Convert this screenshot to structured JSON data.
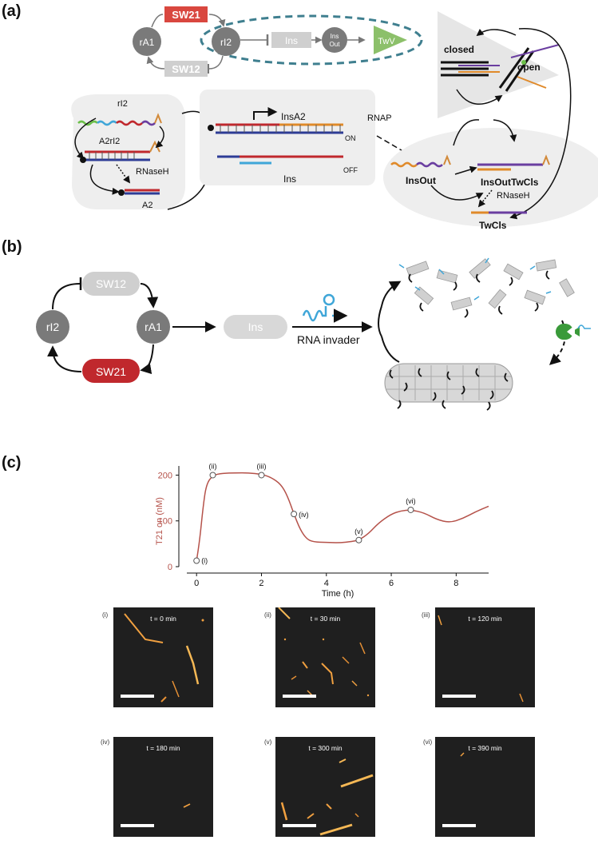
{
  "panels": {
    "a": {
      "label": "(a)",
      "network": {
        "SW21": "SW21",
        "SW12": "SW12",
        "rA1": "rA1",
        "rI2": "rI2",
        "Ins": "Ins",
        "InsOut_top": "Ins",
        "InsOut_bottom": "Out",
        "TwV": "TwV"
      },
      "left": {
        "rI2": "rI2",
        "A2rI2": "A2rI2",
        "RNaseH": "RNaseH",
        "A2": "A2"
      },
      "center": {
        "InsA2": "InsA2",
        "ON": "ON",
        "Ins": "Ins",
        "OFF": "OFF",
        "RNAP": "RNAP"
      },
      "right": {
        "closed": "closed",
        "open": "open",
        "InsOut": "InsOut",
        "InsOutTwCls": "InsOutTwCls",
        "RNaseH": "RNaseH",
        "TwCls": "TwCls"
      }
    },
    "b": {
      "label": "(b)",
      "SW12": "SW12",
      "rI2": "rI2",
      "rA1": "rA1",
      "SW21": "SW21",
      "Ins": "Ins",
      "rna_invader": "RNA invader"
    },
    "c": {
      "label": "(c)",
      "chart_data": {
        "type": "line",
        "xlabel": "Time (h)",
        "ylabel": "T21 on (nM)",
        "xlim": [
          -0.3,
          9
        ],
        "ylim": [
          0,
          220
        ],
        "xticks": [
          0,
          2,
          4,
          6,
          8
        ],
        "yticks": [
          0,
          100,
          200
        ],
        "series": [
          {
            "x": [
              0,
              0.1,
              0.2,
              0.3,
              0.5,
              0.8,
              1.2,
              1.6,
              2.0,
              2.3,
              2.6,
              2.8,
              3.0,
              3.2,
              3.4,
              3.6,
              4.0,
              4.4,
              4.8,
              5.0,
              5.3,
              5.6,
              6.0,
              6.3,
              6.6,
              7.0,
              7.4,
              7.8,
              8.2,
              8.6,
              9.0
            ],
            "y": [
              13,
              60,
              130,
              180,
              200,
              204,
              205,
              205,
              202,
              195,
              180,
              155,
              115,
              80,
              60,
              54,
              53,
              52,
              55,
              58,
              72,
              95,
              115,
              122,
              124,
              118,
              103,
              96,
              105,
              120,
              132
            ],
            "color": "#b5524a"
          }
        ],
        "annotations": [
          {
            "label": "(i)",
            "x": 0,
            "y": 13
          },
          {
            "label": "(ii)",
            "x": 0.5,
            "y": 200
          },
          {
            "label": "(iii)",
            "x": 2.0,
            "y": 200
          },
          {
            "label": "(iv)",
            "x": 3.0,
            "y": 115
          },
          {
            "label": "(v)",
            "x": 5.0,
            "y": 58
          },
          {
            "label": "(vi)",
            "x": 6.6,
            "y": 124
          }
        ]
      },
      "micrographs": [
        {
          "label": "(i)",
          "time": "t = 0 min"
        },
        {
          "label": "(ii)",
          "time": "t = 30 min"
        },
        {
          "label": "(iii)",
          "time": "t = 120 min"
        },
        {
          "label": "(iv)",
          "time": "t = 180 min"
        },
        {
          "label": "(v)",
          "time": "t = 300 min"
        },
        {
          "label": "(vi)",
          "time": "t = 390 min"
        }
      ]
    }
  },
  "colors": {
    "sw21": "#c0282d",
    "sw21_light": "#d9473f",
    "node_dark": "#7a7a7a",
    "node_light": "#cfcfcf",
    "twv": "#8cc06a",
    "curve": "#b5524a",
    "dashed": "#3f7f8f",
    "invader": "#3fa6d8",
    "enzyme": "#3a9a3a"
  }
}
